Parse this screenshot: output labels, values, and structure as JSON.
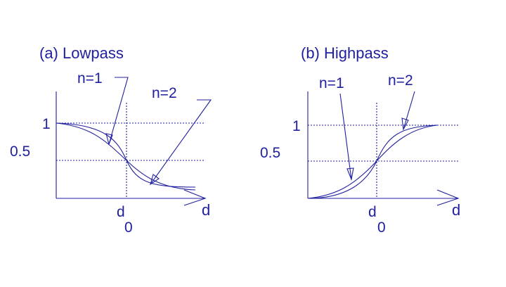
{
  "panels": {
    "lowpass": {
      "title": "(a) Lowpass",
      "label_one": "1",
      "label_half": "0.5",
      "d0_d": "d",
      "d0_sub": "0",
      "axis_label": "d",
      "curve_label_n1": "n=1",
      "curve_label_n2": "n=2"
    },
    "highpass": {
      "title": "(b) Highpass",
      "label_one": "1",
      "label_half": "0.5",
      "d0_d": "d",
      "d0_sub": "0",
      "axis_label": "d",
      "curve_label_n1": "n=1",
      "curve_label_n2": "n=2"
    }
  },
  "colors": {
    "ink": "#2020a0",
    "background": "#ffffff"
  }
}
